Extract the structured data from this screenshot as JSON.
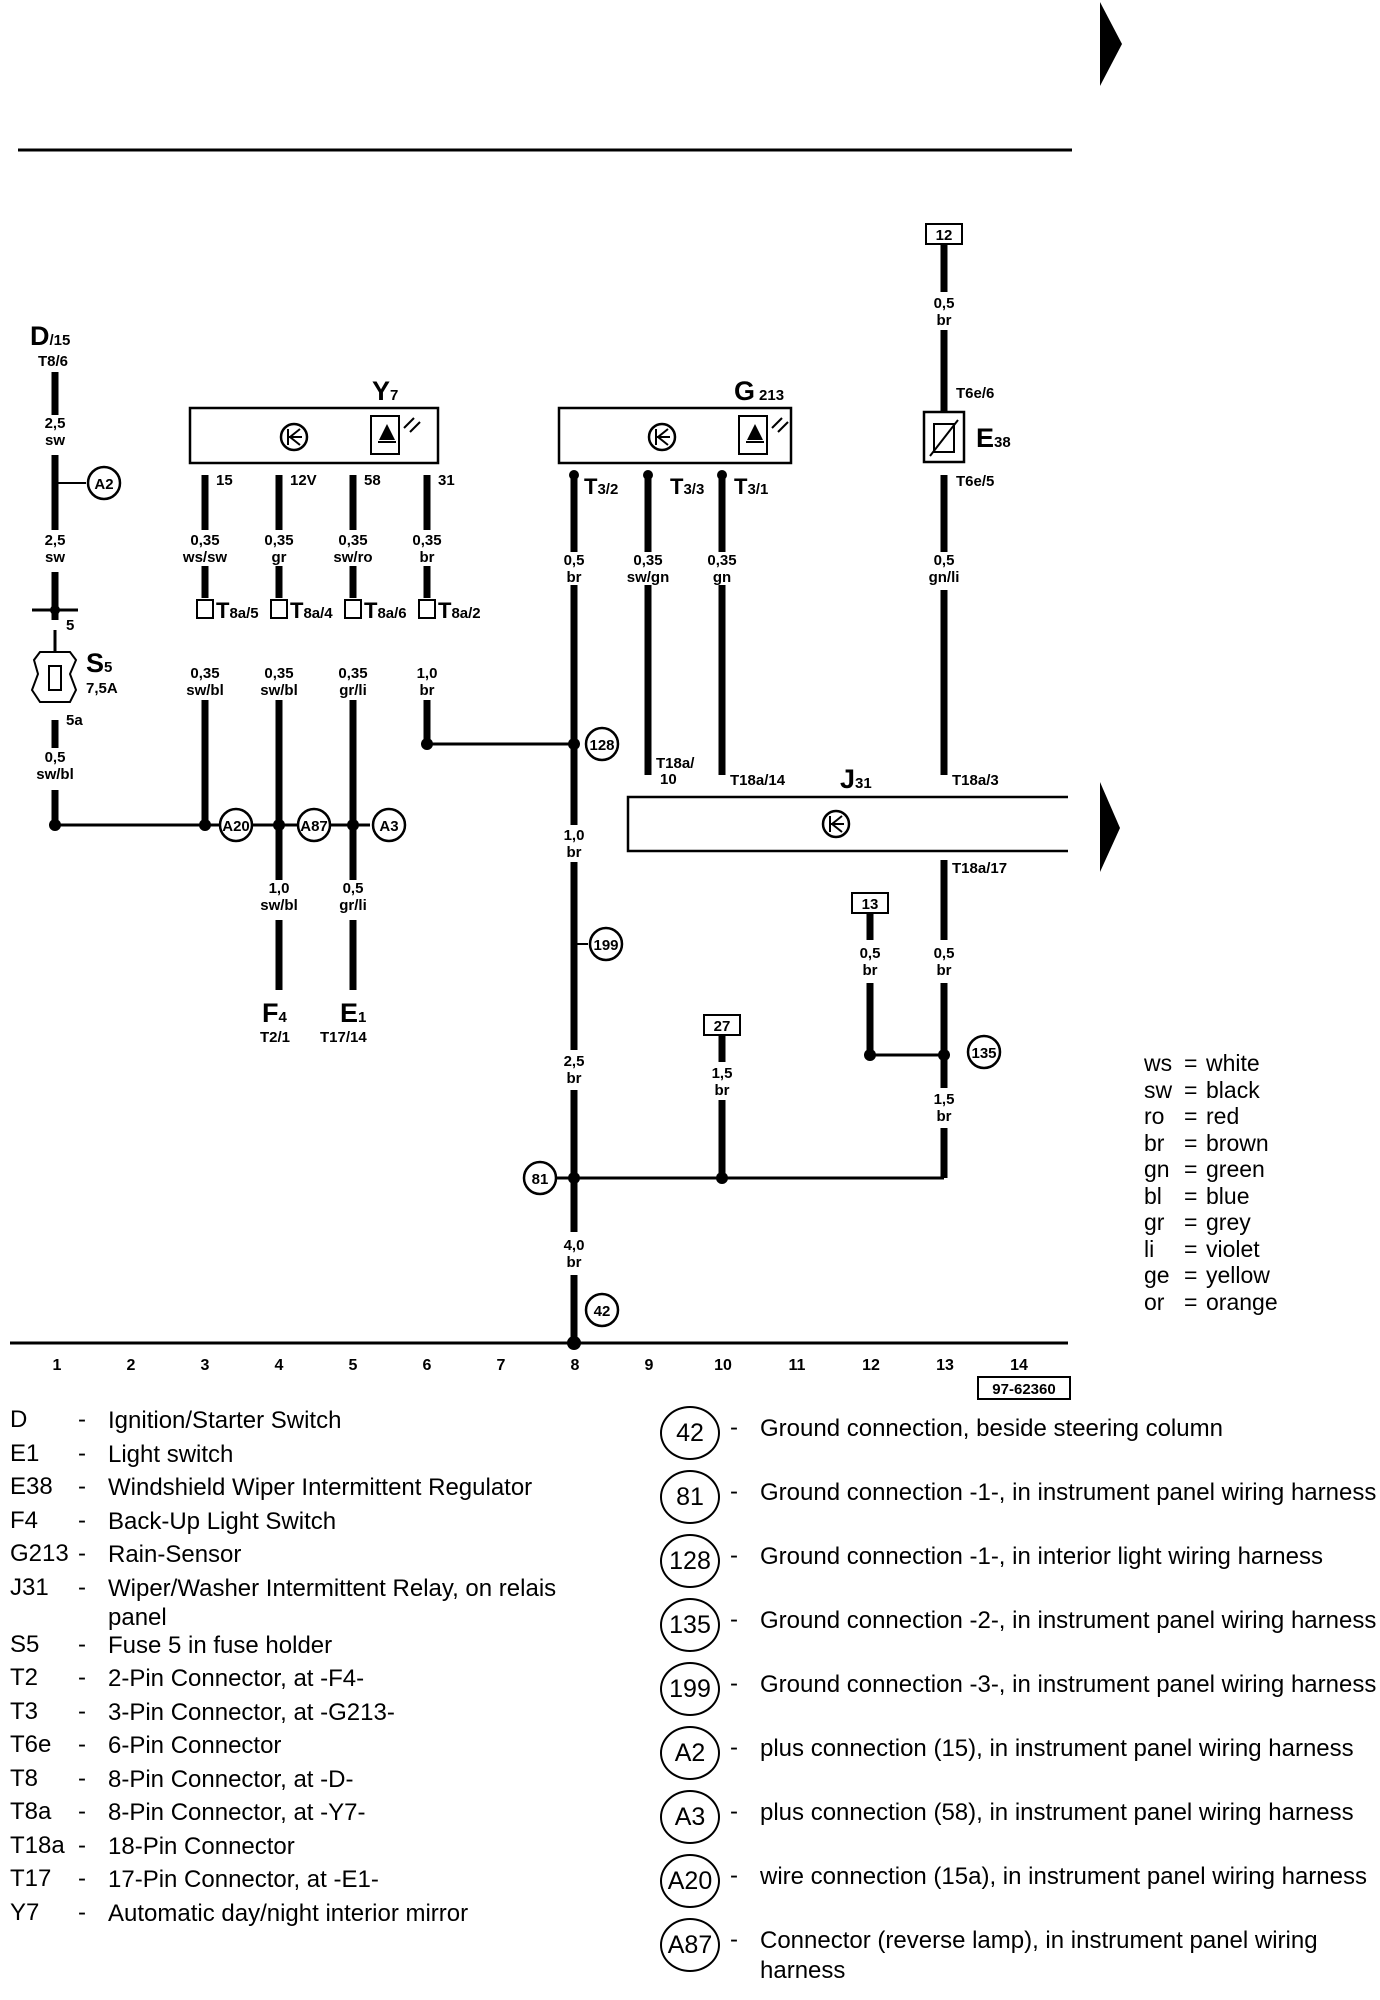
{
  "components": {
    "D": {
      "name": "D",
      "sub": "/15",
      "conn": "T8/6"
    },
    "Y7": {
      "name": "Y",
      "sub": "7"
    },
    "G213": {
      "name": "G",
      "sub": "213"
    },
    "E38": {
      "name": "E",
      "sub": "38"
    },
    "S5": {
      "name": "S",
      "sub": "5",
      "rating": "7,5A"
    },
    "J31": {
      "name": "J",
      "sub": "31"
    },
    "F4": {
      "name": "F",
      "sub": "4",
      "conn": "T2/1"
    },
    "E1": {
      "name": "E",
      "sub": "1",
      "conn": "T17/14"
    }
  },
  "wires": {
    "d_top": {
      "size": "2,5",
      "color": "sw"
    },
    "d_mid": {
      "size": "2,5",
      "color": "sw"
    },
    "s5_out": {
      "size": "0,5",
      "color": "sw/bl"
    },
    "y7_15": {
      "size": "0,35",
      "color": "ws/sw"
    },
    "y7_12v": {
      "size": "0,35",
      "color": "gr"
    },
    "y7_58": {
      "size": "0,35",
      "color": "sw/ro"
    },
    "y7_31": {
      "size": "0,35",
      "color": "br"
    },
    "c3_low": {
      "size": "0,35",
      "color": "sw/bl"
    },
    "c4_low": {
      "size": "0,35",
      "color": "sw/bl"
    },
    "c5_low": {
      "size": "0,35",
      "color": "gr/li"
    },
    "c6_low": {
      "size": "1,0",
      "color": "br"
    },
    "f4": {
      "size": "1,0",
      "color": "sw/bl"
    },
    "e1": {
      "size": "0,5",
      "color": "gr/li"
    },
    "g213_a": {
      "size": "0,5",
      "color": "br"
    },
    "g213_b": {
      "size": "0,35",
      "color": "sw/gn"
    },
    "g213_c": {
      "size": "0,35",
      "color": "gn"
    },
    "c8_mid": {
      "size": "1,0",
      "color": "br"
    },
    "c8_low": {
      "size": "2,5",
      "color": "br"
    },
    "c8_gnd": {
      "size": "4,0",
      "color": "br"
    },
    "e38_top": {
      "size": "0,5",
      "color": "br"
    },
    "e38_low": {
      "size": "0,5",
      "color": "gn/li"
    },
    "c12": {
      "size": "0,5",
      "color": "br"
    },
    "c13_a": {
      "size": "0,5",
      "color": "br"
    },
    "c13_b": {
      "size": "1,5",
      "color": "br"
    },
    "c10": {
      "size": "1,5",
      "color": "br"
    }
  },
  "pins": {
    "y7": [
      "15",
      "12V",
      "58",
      "31"
    ],
    "t8a": [
      {
        "name": "T",
        "sub": "8a/5"
      },
      {
        "name": "T",
        "sub": "8a/4"
      },
      {
        "name": "T",
        "sub": "8a/6"
      },
      {
        "name": "T",
        "sub": "8a/2"
      }
    ],
    "t3": [
      {
        "name": "T",
        "sub": "3/2"
      },
      {
        "name": "T",
        "sub": "3/3"
      },
      {
        "name": "T",
        "sub": "3/1"
      }
    ],
    "t18a_10": "T18a/\n10",
    "t18a_14": "T18a/14",
    "t18a_3": "T18a/3",
    "t18a_17": "T18a/17",
    "t6e_6": "T6e/6",
    "t6e_5": "T6e/5",
    "s5_in": "5",
    "s5_out": "5a"
  },
  "ref_boxes": [
    "12",
    "13",
    "27"
  ],
  "nodes": [
    "A2",
    "A20",
    "A87",
    "A3",
    "128",
    "199",
    "81",
    "135",
    "42"
  ],
  "columns": [
    "1",
    "2",
    "3",
    "4",
    "5",
    "6",
    "7",
    "8",
    "9",
    "10",
    "11",
    "12",
    "13",
    "14"
  ],
  "drawing_no": "97-62360",
  "color_legend": [
    {
      "code": "ws",
      "name": "white"
    },
    {
      "code": "sw",
      "name": "black"
    },
    {
      "code": "ro",
      "name": "red"
    },
    {
      "code": "br",
      "name": "brown"
    },
    {
      "code": "gn",
      "name": "green"
    },
    {
      "code": "bl",
      "name": "blue"
    },
    {
      "code": "gr",
      "name": "grey"
    },
    {
      "code": "li",
      "name": "violet"
    },
    {
      "code": "ge",
      "name": "yellow"
    },
    {
      "code": "or",
      "name": "orange"
    }
  ],
  "component_list": [
    {
      "code": "D",
      "desc": "Ignition/Starter Switch"
    },
    {
      "code": "E1",
      "desc": "Light switch"
    },
    {
      "code": "E38",
      "desc": "Windshield Wiper Intermittent Regulator"
    },
    {
      "code": "F4",
      "desc": "Back-Up Light Switch"
    },
    {
      "code": "G213",
      "desc": "Rain-Sensor"
    },
    {
      "code": "J31",
      "desc": "Wiper/Washer Intermittent Relay, on relais panel"
    },
    {
      "code": "S5",
      "desc": "Fuse 5 in fuse holder"
    },
    {
      "code": "T2",
      "desc": "2-Pin Connector, at -F4-"
    },
    {
      "code": "T3",
      "desc": "3-Pin Connector, at -G213-"
    },
    {
      "code": "T6e",
      "desc": "6-Pin Connector"
    },
    {
      "code": "T8",
      "desc": "8-Pin Connector, at -D-"
    },
    {
      "code": "T8a",
      "desc": "8-Pin Connector, at -Y7-"
    },
    {
      "code": "T18a",
      "desc": "18-Pin Connector"
    },
    {
      "code": "T17",
      "desc": "17-Pin Connector, at -E1-"
    },
    {
      "code": "Y7",
      "desc": "Automatic day/night interior mirror"
    }
  ],
  "ground_list": [
    {
      "code": "42",
      "desc": "Ground connection, beside steering column"
    },
    {
      "code": "81",
      "desc": "Ground connection -1-, in instrument panel wiring harness"
    },
    {
      "code": "128",
      "desc": "Ground connection -1-, in interior light wiring harness"
    },
    {
      "code": "135",
      "desc": "Ground connection -2-, in instrument panel wiring harness"
    },
    {
      "code": "199",
      "desc": "Ground connection -3-, in instrument panel wiring harness"
    },
    {
      "code": "A2",
      "desc": "plus connection (15), in instrument panel wiring harness"
    },
    {
      "code": "A3",
      "desc": "plus connection (58), in instrument panel wiring harness"
    },
    {
      "code": "A20",
      "desc": "wire connection (15a), in instrument panel wiring harness"
    },
    {
      "code": "A87",
      "desc": "Connector (reverse lamp), in instrument panel wiring harness"
    }
  ]
}
